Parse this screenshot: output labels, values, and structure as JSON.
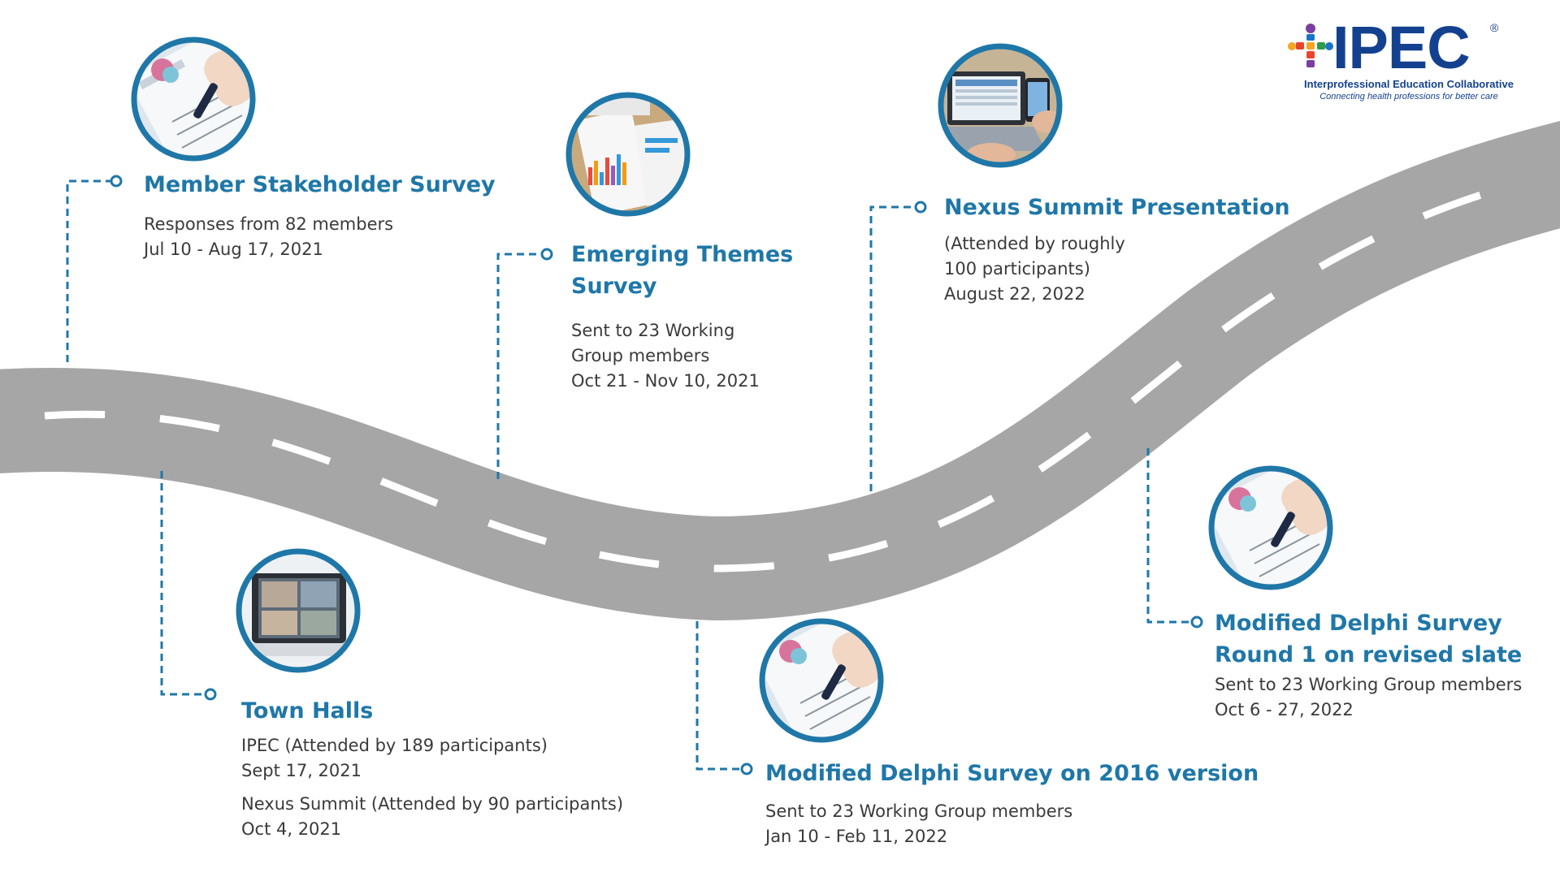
{
  "logo": {
    "name": "IPEC",
    "registered": "®",
    "subtitle": "Interprofessional Education Collaborative",
    "tagline": "Connecting health professions for better care",
    "colors": [
      "#e8452c",
      "#f5a623",
      "#2a9d4a",
      "#1a73c9",
      "#7b3fa0",
      "#14418f"
    ]
  },
  "colors": {
    "heading": "#1f77a8",
    "text": "#3a3a3a",
    "road": "#a6a6a6",
    "road_marking": "#ffffff",
    "connector": "#1f77a8",
    "photo_ring": "#1f77a8"
  },
  "events": [
    {
      "title": "Member Stakeholder Survey",
      "lines": [
        "Responses from 82 members",
        "Jul 10 - Aug 17, 2021"
      ],
      "photo": "survey-form-photo"
    },
    {
      "title": "Town Halls",
      "lines": [
        "IPEC (Attended by 189 participants)",
        "Sept 17, 2021"
      ],
      "lines2": [
        "Nexus Summit (Attended by 90 participants)",
        "Oct 4, 2021"
      ],
      "photo": "video-conference-tablet-photo"
    },
    {
      "title_line1": "Emerging Themes",
      "title_line2": "Survey",
      "lines": [
        "Sent to 23 Working",
        "Group members",
        "Oct 21 - Nov 10, 2021"
      ],
      "photo": "charts-report-photo"
    },
    {
      "title": "Modified Delphi Survey on 2016 version",
      "lines": [
        "Sent to 23 Working Group members",
        "Jan 10 - Feb 11, 2022"
      ],
      "photo": "survey-form-photo"
    },
    {
      "title": "Nexus Summit Presentation",
      "lines": [
        "(Attended by roughly",
        "100 participants)",
        "August 22, 2022"
      ],
      "photo": "laptop-phone-photo"
    },
    {
      "title_line1": "Modified Delphi Survey",
      "title_line2": "Round 1 on revised slate",
      "lines": [
        "Sent to 23 Working Group members",
        "Oct 6 - 27, 2022"
      ],
      "photo": "survey-form-photo"
    }
  ]
}
